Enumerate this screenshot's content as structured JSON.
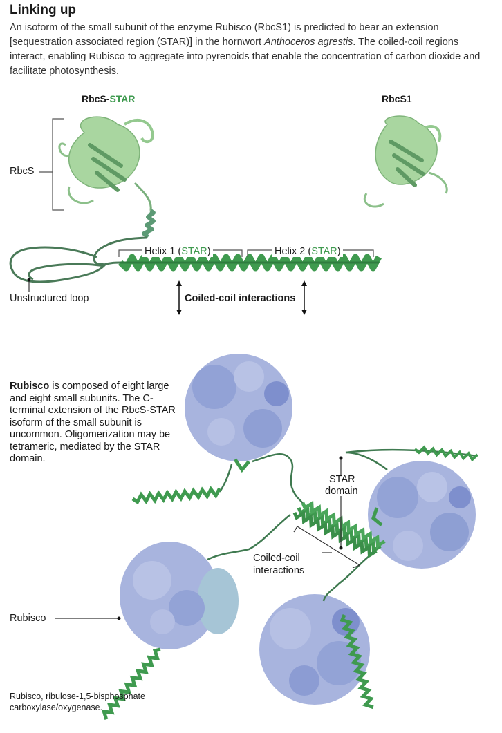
{
  "title": "Linking up",
  "intro": {
    "part1": "An isoform of the small subunit of the enzyme Rubisco (RbcS1) is predicted to bear an extension [sequestration associated region (STAR)] in the hornwort ",
    "species": "Anthoceros agrestis",
    "part2": ". The coiled-coil regions interact, enabling Rubisco to aggregate into pyrenoids that enable the concentration of carbon dioxide and facilitate photosynthesis."
  },
  "headers": {
    "rbcs_prefix": "RbcS-",
    "rbcs_star": "STAR",
    "rbcs1": "RbcS1"
  },
  "labels": {
    "rbcs": "RbcS",
    "unstructured_loop": "Unstructured loop",
    "helix1_prefix": "Helix 1 (",
    "helix2_prefix": "Helix 2 (",
    "star": "STAR",
    "close_paren": ")",
    "coiled_coil_interactions": "Coiled-coil interactions",
    "star_domain_line1": "STAR",
    "star_domain_line2": "domain",
    "coiled_coil_line1": "Coiled-coil",
    "coiled_coil_line2": "interactions",
    "rubisco": "Rubisco"
  },
  "body": {
    "bold": "Rubisco",
    "text": " is composed of eight large and eight small subunits. The C-terminal extension of the RbcS-STAR isoform of the small subunit is uncommon. Oligomerization may be tetrameric, mediated by the STAR domain."
  },
  "footnote": "Rubisco, ribulose-1,5-bisphosphate carboxylase/oxygenase.",
  "colors": {
    "helix_green": "#3f9a4f",
    "light_green": "#a9d6a0",
    "dark_green": "#4a7a58",
    "rubisco_blue": "#a8b4de",
    "rubisco_dark": "#7e8fcd"
  }
}
